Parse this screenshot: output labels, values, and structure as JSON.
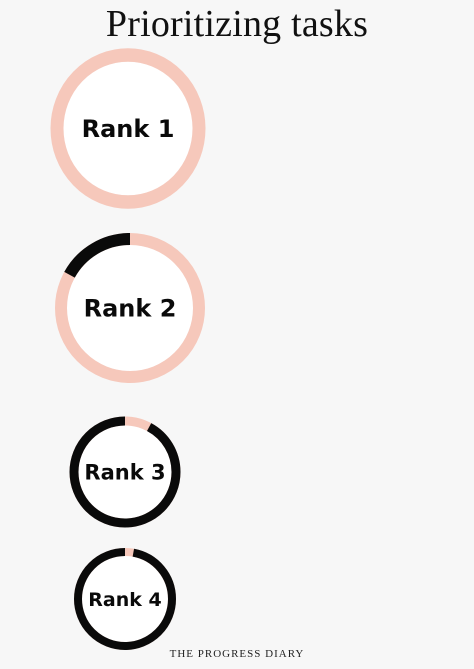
{
  "title": "Prioritizing tasks",
  "footer": "THE PROGRESS DIARY",
  "colors": {
    "pink": "#f6c8bb",
    "dark": "#0a0a0a",
    "background": "#f7f7f7",
    "inner": "#ffffff"
  },
  "ranks": [
    {
      "label": "Rank 1",
      "progress": 0.0
    },
    {
      "label": "Rank 2",
      "progress": 0.17
    },
    {
      "label": "Rank 3",
      "progress": 0.92
    },
    {
      "label": "Rank 4",
      "progress": 0.97
    }
  ]
}
